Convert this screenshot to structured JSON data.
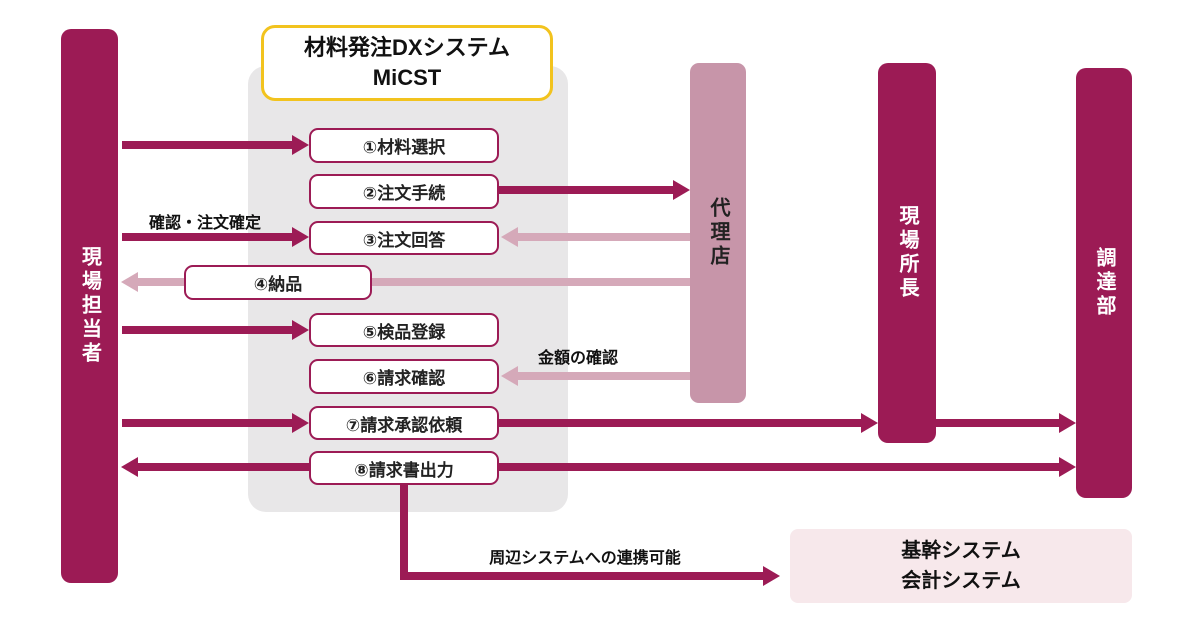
{
  "diagram": {
    "title": {
      "line1": "材料発注DXシステム",
      "line2": "MiCST"
    },
    "actors": {
      "worker": "現場担当者",
      "agency": "代理店",
      "site_manager": "現場所長",
      "procurement": "調達部"
    },
    "steps": {
      "s1": "①材料選択",
      "s2": "②注文手続",
      "s3": "③注文回答",
      "s4": "④納品",
      "s5": "⑤検品登録",
      "s6": "⑥請求確認",
      "s7": "⑦請求承認依頼",
      "s8": "⑧請求書出力"
    },
    "labels": {
      "confirm_order": "確認・注文確定",
      "amount_check": "金額の確認",
      "external_link": "周辺システムへの連携可能"
    },
    "external_system": {
      "line1": "基幹システム",
      "line2": "会計システム"
    },
    "colors": {
      "maroon": "#9C1B55",
      "mauve_bar": "#C795A9",
      "light_pink_arrow": "#D5A9B9",
      "panel_gray": "#E8E7E8",
      "accent_yellow": "#F2C31E",
      "pale_pink_box": "#F7E8EB"
    }
  }
}
